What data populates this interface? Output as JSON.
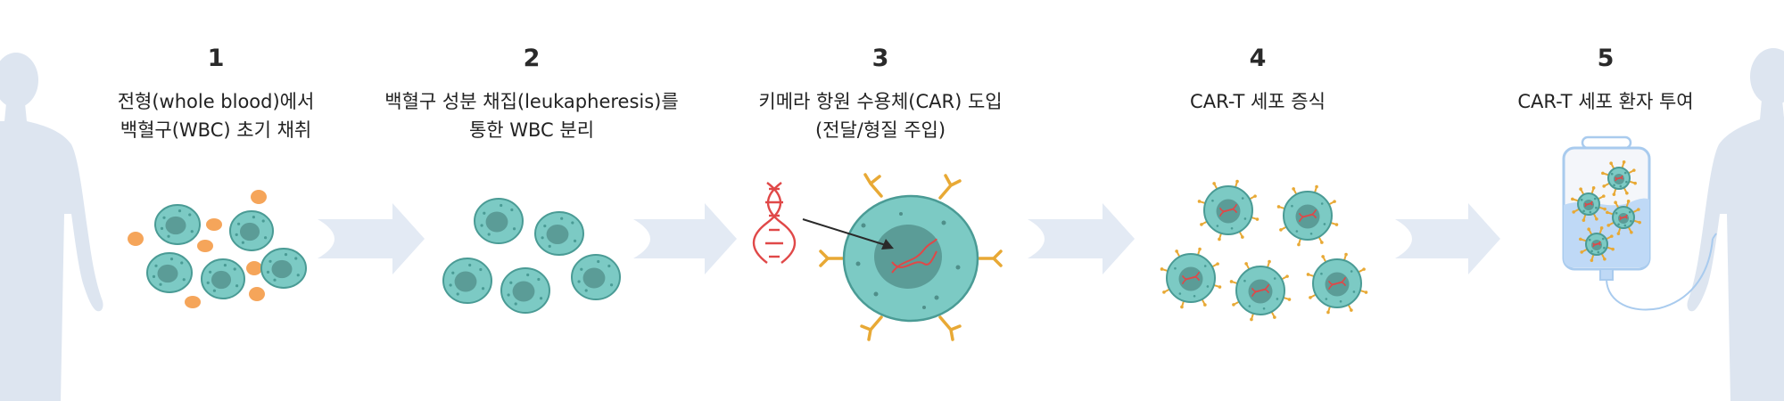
{
  "steps": [
    {
      "number": "1",
      "caption": [
        "전형(whole blood)에서",
        "백혈구(WBC) 초기 채취"
      ]
    },
    {
      "number": "2",
      "caption": [
        "백혈구 성분 채집(leukapheresis)를",
        "통한 WBC 분리"
      ]
    },
    {
      "number": "3",
      "caption": [
        "키메라 항원 수용체(CAR) 도입",
        "(전달/형질 주입)"
      ]
    },
    {
      "number": "4",
      "caption": [
        "CAR-T 세포 증식"
      ]
    },
    {
      "number": "5",
      "caption": [
        "CAR-T 세포 환자 투여"
      ]
    }
  ],
  "colors": {
    "cell_fill": "#7ccac4",
    "cell_stroke": "#4a9b95",
    "nucleus": "#5b9c97",
    "rbc": "#f5a55a",
    "arrow": "#e3eaf4",
    "silhouette": "#dde5f0",
    "dna": "#e04848",
    "receptor": "#e8a935",
    "bag_fluid": "#bfd9f6",
    "bag_stroke": "#a9cbee"
  },
  "icons": [
    "human-silhouette-icon",
    "process-arrow-icon",
    "white-blood-cell-icon",
    "red-blood-cell-icon",
    "dna-helix-icon",
    "car-t-cell-icon",
    "iv-bag-icon"
  ]
}
